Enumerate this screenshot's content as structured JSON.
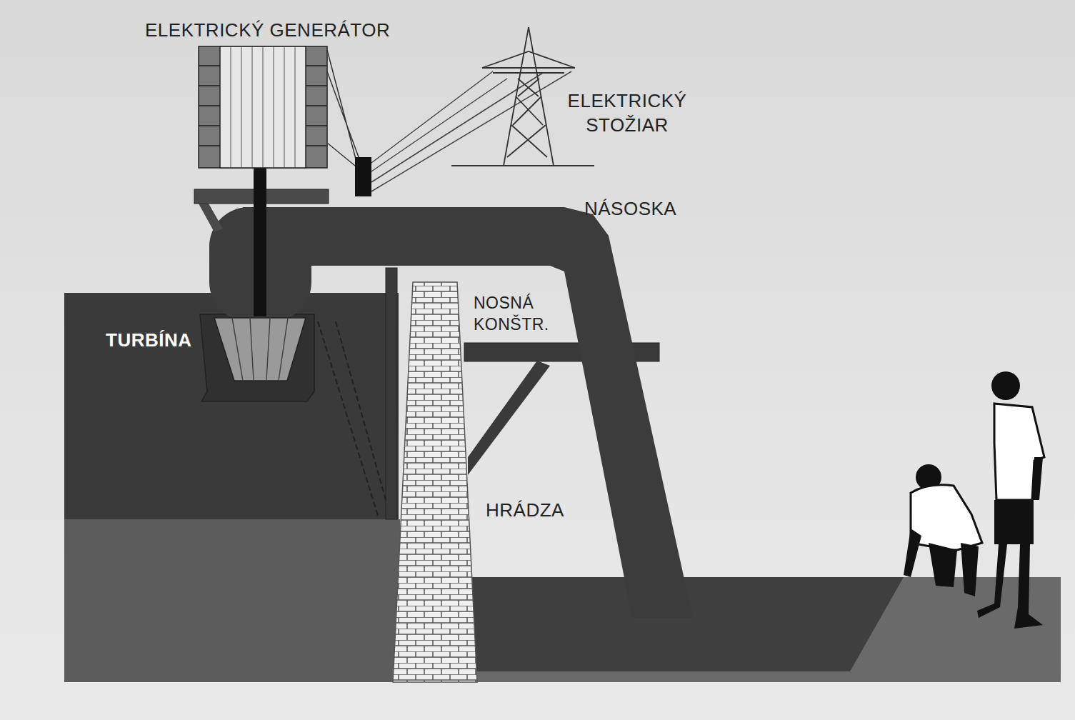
{
  "diagram": {
    "labels": [
      "ELEKTRICKÝ GENERÁTOR",
      "ELEKTRICKÝ STOŽIAR",
      "NÁSOSKA",
      "NOSNÁ KONŠTR.",
      "TURBÍNA",
      "HRÁDZA"
    ]
  }
}
